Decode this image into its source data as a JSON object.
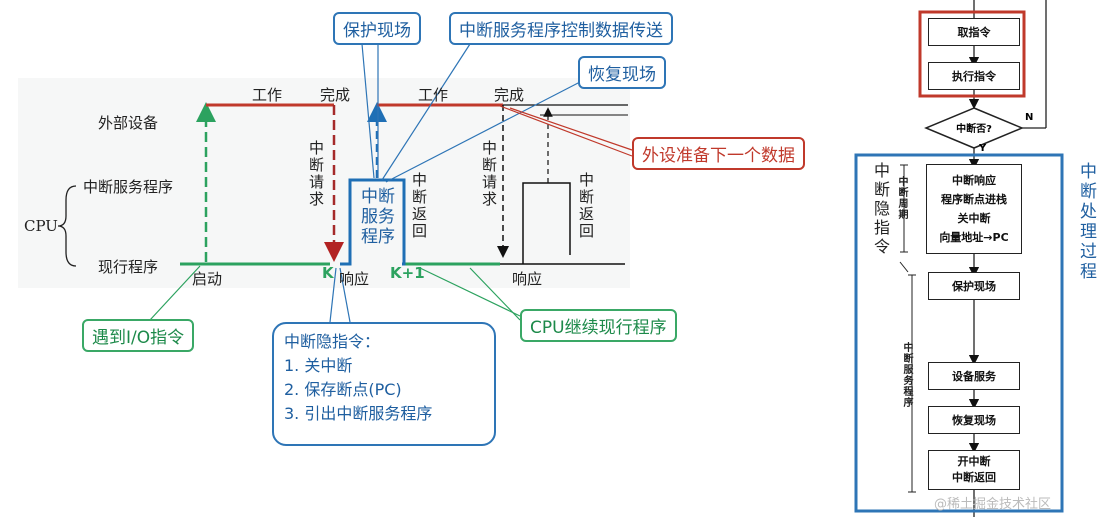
{
  "timing": {
    "external_device": "外部设备",
    "isr": "中断服务程序",
    "cpu": "CPU",
    "current_program": "现行程序",
    "work1": "工作",
    "done1": "完成",
    "work2": "工作",
    "done2": "完成",
    "start": "启动",
    "k": "K",
    "respond1": "响应",
    "k1": "K+1",
    "respond2": "响应",
    "int_request1": "中断请求",
    "isr_box": "中断服务程序",
    "int_return1": "中断返回",
    "int_request2": "中断请求",
    "int_return2": "中断返回"
  },
  "callouts": {
    "save_context": "保护现场",
    "isr_control": "中断服务程序控制数据传送",
    "restore_context": "恢复现场",
    "next_data": "外设准备下一个数据",
    "io_instruction": "遇到I/O指令",
    "cpu_continue": "CPU继续现行程序",
    "hidden_title": "中断隐指令：",
    "hidden_1": "1. 关中断",
    "hidden_2": "2. 保存断点(PC)",
    "hidden_3": "3. 引出中断服务程序"
  },
  "flowchart": {
    "fetch": "取指令",
    "execute": "执行指令",
    "interrupt_q": "中断否?",
    "n": "N",
    "y": "Y",
    "int_cycle_box": [
      "中断响应",
      "程序断点进栈",
      "关中断",
      "向量地址→PC"
    ],
    "save": "保护现场",
    "device_service": "设备服务",
    "restore": "恢复现场",
    "enable_int": "开中断",
    "int_return": "中断返回",
    "hidden_instr": "中断隐指令",
    "int_period": "中断周期",
    "isr_label": "中断服务程序",
    "process_label": "中断处理过程",
    "watermark": "@稀土掘金技术社区"
  },
  "colors": {
    "red": "#c0392b",
    "green": "#2ca25f",
    "blue": "#1f6fb5"
  }
}
